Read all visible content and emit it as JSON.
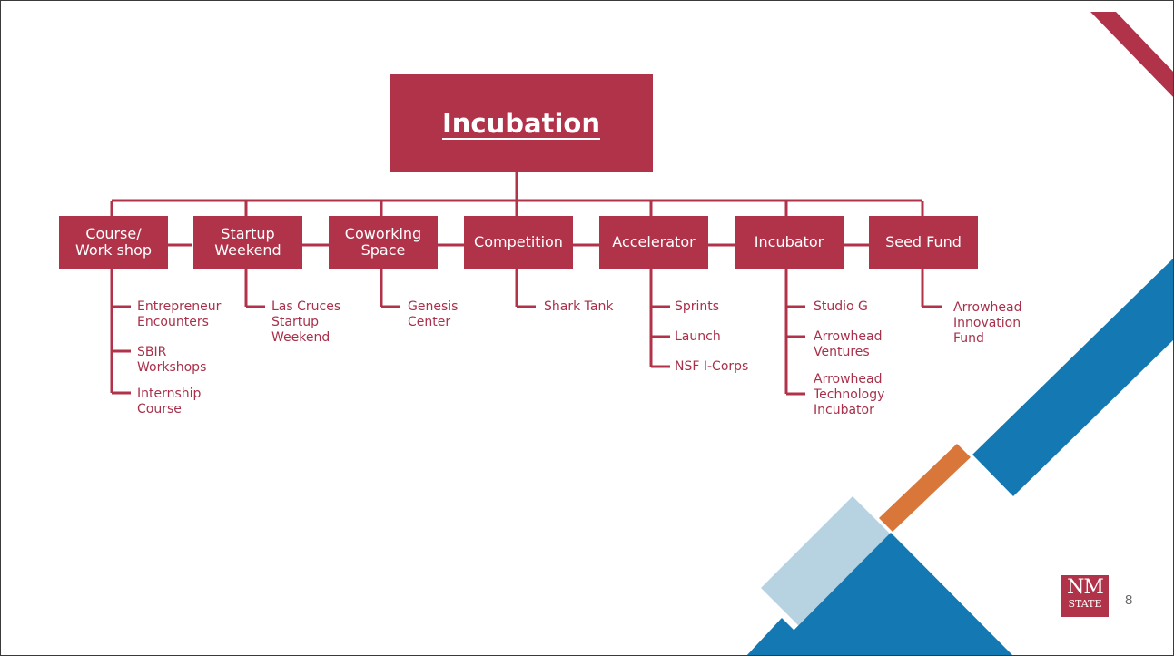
{
  "slide": {
    "root": "Incubation",
    "categories": [
      {
        "label": "Course/\nWork shop",
        "items": [
          "Entrepreneur\nEncounters",
          "SBIR\nWorkshops",
          "Internship\nCourse"
        ]
      },
      {
        "label": "Startup\nWeekend",
        "items": [
          "Las Cruces\nStartup\nWeekend"
        ]
      },
      {
        "label": "Coworking\nSpace",
        "items": [
          "Genesis\nCenter"
        ]
      },
      {
        "label": "Competition",
        "items": [
          "Shark Tank"
        ]
      },
      {
        "label": "Accelerator",
        "items": [
          "Sprints",
          "Launch",
          "NSF I-Corps"
        ]
      },
      {
        "label": "Incubator",
        "items": [
          "Studio G",
          "Arrowhead\nVentures",
          "Arrowhead\nTechnology\nIncubator"
        ]
      },
      {
        "label": "Seed Fund",
        "items": [
          "Arrowhead\nInnovation\nFund"
        ]
      }
    ],
    "logo": {
      "line1": "NM",
      "line2": "STATE"
    },
    "page_number": "8"
  },
  "colors": {
    "primary": "#b0334a",
    "text_accent": "#a8304a",
    "blue": "#1479b3",
    "light_blue": "#b7d3e1",
    "orange": "#d9763a"
  }
}
